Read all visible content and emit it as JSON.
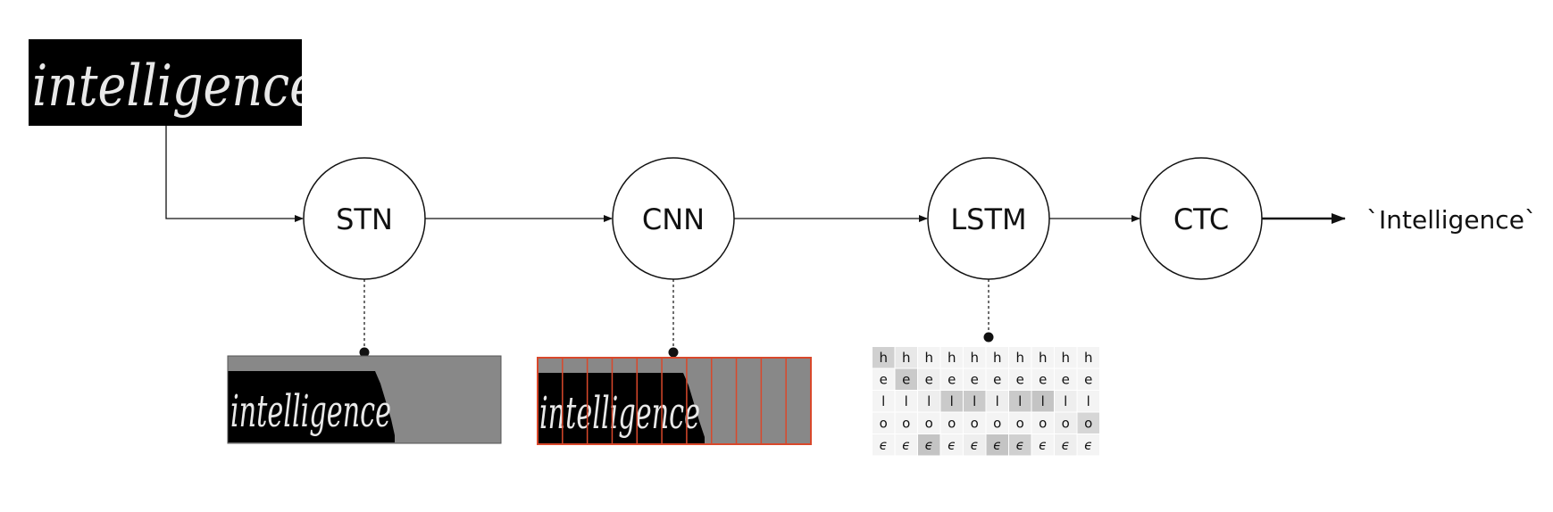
{
  "nodes": [
    {
      "id": "stn",
      "label": "STN"
    },
    {
      "id": "cnn",
      "label": "CNN"
    },
    {
      "id": "lstm",
      "label": "LSTM"
    },
    {
      "id": "ctc",
      "label": "CTC"
    }
  ],
  "output_text": "`Intelligence`",
  "input_image_text": "intelligence",
  "stn_image_text": "intelligence",
  "cnn_image_text": "intelligence",
  "probability_grid": {
    "rows": [
      "h",
      "e",
      "l",
      "o",
      "ϵ"
    ],
    "columns": 10,
    "shading": [
      [
        0.35,
        0.15,
        0.05,
        0.05,
        0.05,
        0.05,
        0.05,
        0.05,
        0.05,
        0.05
      ],
      [
        0.05,
        0.4,
        0.1,
        0.05,
        0.05,
        0.05,
        0.05,
        0.05,
        0.05,
        0.05
      ],
      [
        0.05,
        0.05,
        0.1,
        0.4,
        0.4,
        0.1,
        0.4,
        0.45,
        0.1,
        0.05
      ],
      [
        0.05,
        0.05,
        0.05,
        0.05,
        0.05,
        0.05,
        0.05,
        0.05,
        0.1,
        0.3
      ],
      [
        0.05,
        0.05,
        0.45,
        0.05,
        0.1,
        0.45,
        0.35,
        0.05,
        0.1,
        0.05
      ]
    ]
  },
  "colors": {
    "stroke": "#111111",
    "cnn_grid": "#d9482b",
    "image_bg": "#000000",
    "padding_gray": "#888888"
  }
}
